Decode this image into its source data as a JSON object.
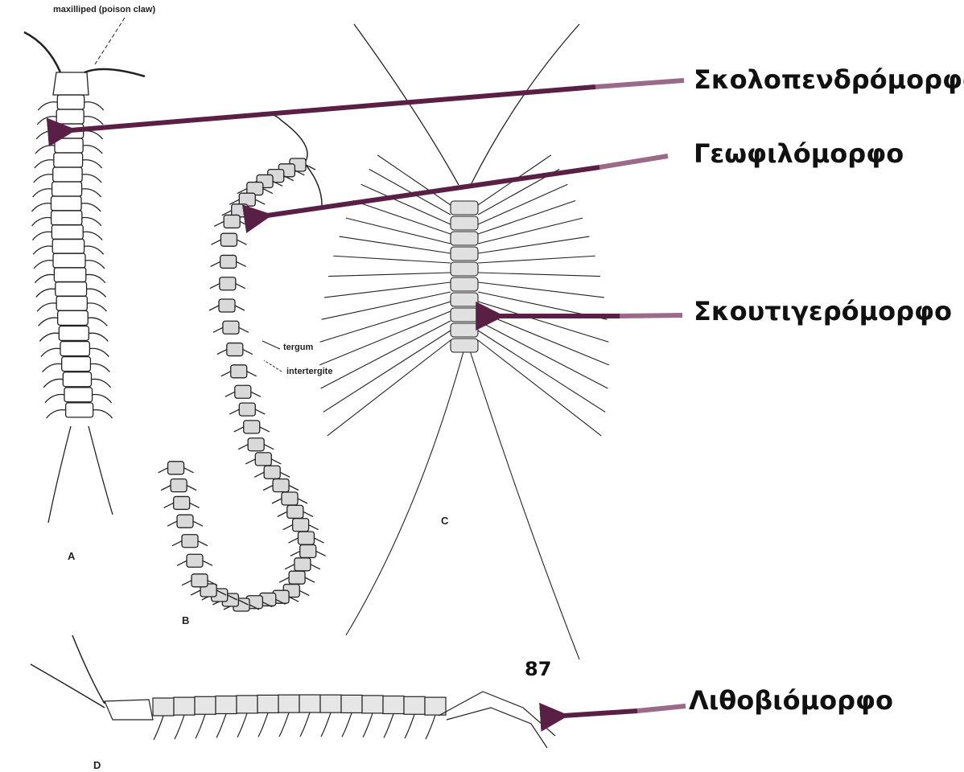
{
  "labels": {
    "scolopendromorph": "Σκολοπενδρόμορφο",
    "geophilomorph": "Γεωφιλόμορφο",
    "scutigeromorph": "Σκουτιγερόμορφο",
    "lithobiomorph": "Λιθοβιόμορφο",
    "page_number": "87"
  },
  "annotations": {
    "maxilliped": "maxilliped (poison claw)",
    "tergum": "tergum",
    "intertergite": "intertergite"
  },
  "figure_letters": {
    "a": "A",
    "b": "B",
    "c": "C",
    "d": "D"
  },
  "colors": {
    "arrow": "#5a1f44",
    "arrow_fade": "#9a6a88",
    "ink": "#222222"
  }
}
